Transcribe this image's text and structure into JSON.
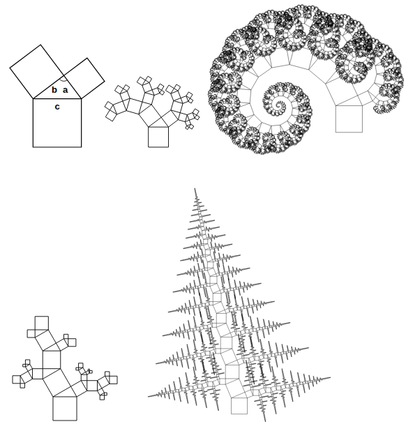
{
  "diagram": {
    "labels": [
      "b",
      "a",
      "c"
    ]
  }
}
